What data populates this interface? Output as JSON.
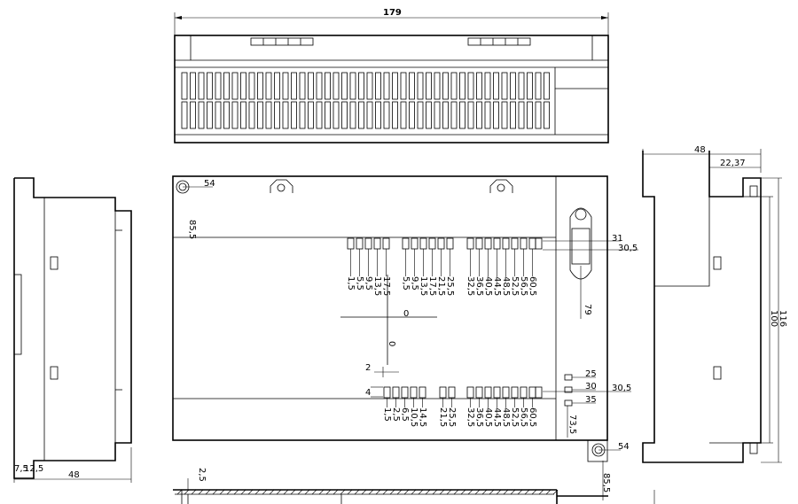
{
  "top_view": {
    "width_label": "179"
  },
  "front_view": {
    "mount_x": "54",
    "mount_y": "85,5",
    "mount_x_bottom": "54",
    "mount_y_bottom": "85,5",
    "top_row_labels": [
      "1,5",
      "5,5",
      "9,5",
      "13,5",
      "17,5",
      "5,5",
      "9,5",
      "13,5",
      "17,5",
      "21,5",
      "25,5",
      "32,5",
      "36,5",
      "40,5",
      "44,5",
      "48,5",
      "52,5",
      "56,5",
      "60,5"
    ],
    "bottom_row_labels": [
      "1,5",
      "2,5",
      "6,5",
      "10,5",
      "14,5",
      "21,5",
      "25,5",
      "32,5",
      "36,5",
      "40,5",
      "44,5",
      "48,5",
      "52,5",
      "56,5",
      "60,5"
    ],
    "top_row_y": "31",
    "top_row_y2": "30,5",
    "bottom_row_y": "30,5",
    "center_x": "0",
    "center_y": "0",
    "offset_2": "2",
    "offset_4": "4",
    "connector_depth": "79",
    "led_labels": [
      "25",
      "30",
      "35"
    ],
    "led_total": "73,5"
  },
  "right_view": {
    "depth": "48",
    "offset": "22,37",
    "height_outer": "116",
    "height_inner": "100"
  },
  "left_view": {
    "depth": "48",
    "small_a": "7,5",
    "small_b": "12,5"
  },
  "bottom_view": {
    "offset": "2,5"
  }
}
